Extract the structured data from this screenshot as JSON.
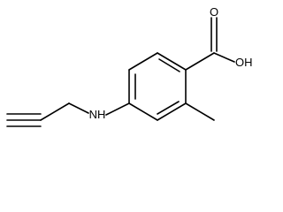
{
  "structure": {
    "atom_labels": {
      "carbonyl_oxygen": "O",
      "hydroxyl": "OH",
      "amine": "NH"
    }
  }
}
